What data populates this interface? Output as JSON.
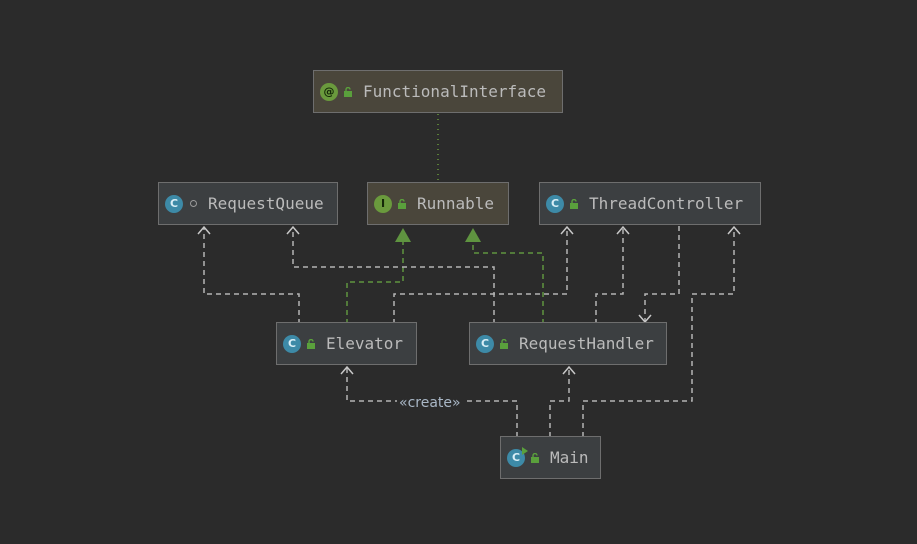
{
  "nodes": {
    "functional_interface": {
      "name": "FunctionalInterface",
      "kind": "annotation",
      "badge": "@",
      "visibility": "public"
    },
    "runnable": {
      "name": "Runnable",
      "kind": "interface",
      "badge": "I",
      "visibility": "public"
    },
    "request_queue": {
      "name": "RequestQueue",
      "kind": "class",
      "badge": "C",
      "visibility": "package-private"
    },
    "thread_controller": {
      "name": "ThreadController",
      "kind": "class",
      "badge": "C",
      "visibility": "public"
    },
    "elevator": {
      "name": "Elevator",
      "kind": "class",
      "badge": "C",
      "visibility": "public"
    },
    "request_handler": {
      "name": "RequestHandler",
      "kind": "class",
      "badge": "C",
      "visibility": "public"
    },
    "main": {
      "name": "Main",
      "kind": "runnable-class",
      "badge": "C",
      "visibility": "public"
    }
  },
  "edge_labels": {
    "create": "«create»"
  },
  "colors": {
    "background": "#2b2b2b",
    "dependency_edge": "#b4b4b4",
    "realization_edge": "#5f9440",
    "annotation_link": "#6a9a3d",
    "lock_icon": "#5aa03c"
  }
}
